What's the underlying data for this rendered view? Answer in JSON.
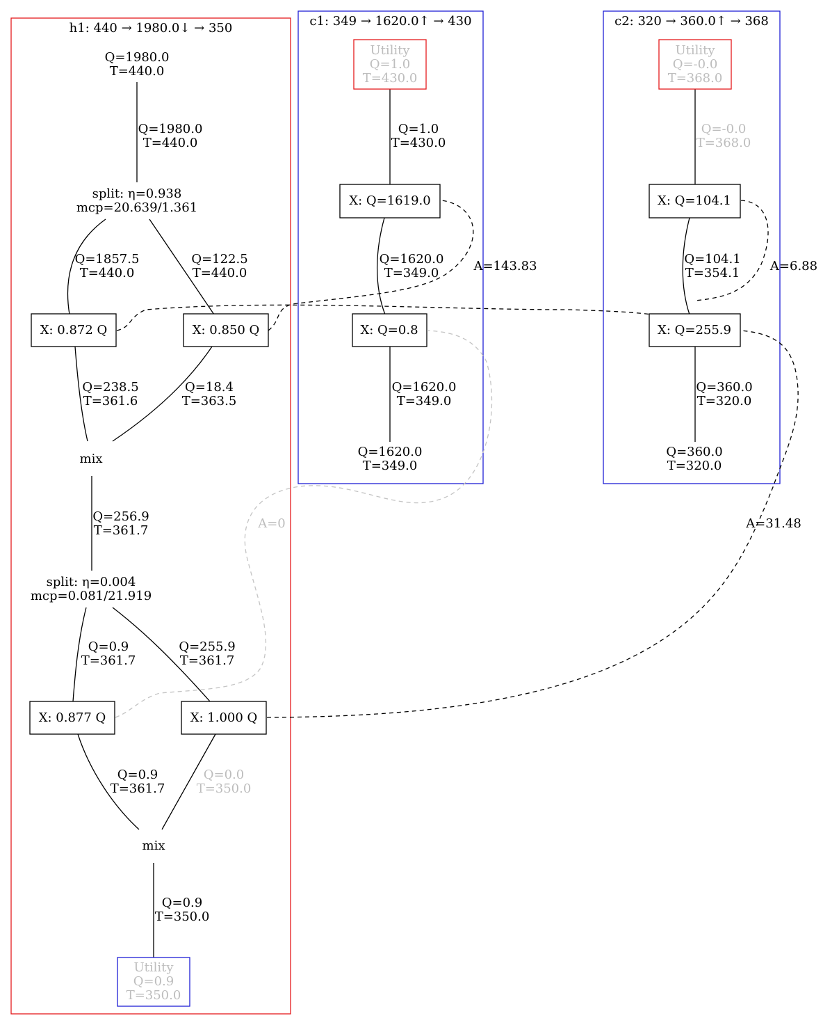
{
  "clusters": {
    "h1": {
      "title": "h1: 440 → 1980.0↓ → 350",
      "border_color": "#e41a1c"
    },
    "c1": {
      "title": "c1: 349 → 1620.0↑ → 430",
      "border_color": "#1f1fd6"
    },
    "c2": {
      "title": "c2: 320 → 360.0↑ → 368",
      "border_color": "#1f1fd6"
    }
  },
  "h1": {
    "source": {
      "q": "Q=1980.0",
      "t": "T=440.0"
    },
    "e_src_split1": {
      "q": "Q=1980.0",
      "t": "T=440.0"
    },
    "split1": {
      "eta": "split: η=0.938",
      "mcp": "mcp=20.639/1.361"
    },
    "e_split1_xa": {
      "q": "Q=1857.5",
      "t": "T=440.0"
    },
    "e_split1_xb": {
      "q": "Q=122.5",
      "t": "T=440.0"
    },
    "xa": {
      "label": "X: 0.872 Q"
    },
    "xb": {
      "label": "X: 0.850 Q"
    },
    "e_xa_mix1": {
      "q": "Q=238.5",
      "t": "T=361.6"
    },
    "e_xb_mix1": {
      "q": "Q=18.4",
      "t": "T=363.5"
    },
    "mix1": {
      "label": "mix"
    },
    "e_mix1_split2": {
      "q": "Q=256.9",
      "t": "T=361.7"
    },
    "split2": {
      "eta": "split: η=0.004",
      "mcp": "mcp=0.081/21.919"
    },
    "e_split2_xc": {
      "q": "Q=0.9",
      "t": "T=361.7"
    },
    "e_split2_xd": {
      "q": "Q=255.9",
      "t": "T=361.7"
    },
    "xc": {
      "label": "X: 0.877 Q"
    },
    "xd": {
      "label": "X: 1.000 Q"
    },
    "e_xc_mix2": {
      "q": "Q=0.9",
      "t": "T=361.7"
    },
    "e_xd_mix2": {
      "q": "Q=0.0",
      "t": "T=350.0"
    },
    "mix2": {
      "label": "mix"
    },
    "e_mix2_util": {
      "q": "Q=0.9",
      "t": "T=350.0"
    },
    "utility": {
      "name": "Utility",
      "q": "Q=0.9",
      "t": "T=350.0"
    }
  },
  "c1": {
    "utility": {
      "name": "Utility",
      "q": "Q=1.0",
      "t": "T=430.0"
    },
    "e_util_x1": {
      "q": "Q=1.0",
      "t": "T=430.0"
    },
    "x1": {
      "label": "X: Q=1619.0"
    },
    "e_x1_x2": {
      "q": "Q=1620.0",
      "t": "T=349.0"
    },
    "x2": {
      "label": "X: Q=0.8"
    },
    "e_x2_sink": {
      "q": "Q=1620.0",
      "t": "T=349.0"
    },
    "sink": {
      "q": "Q=1620.0",
      "t": "T=349.0"
    }
  },
  "c2": {
    "utility": {
      "name": "Utility",
      "q": "Q=-0.0",
      "t": "T=368.0"
    },
    "e_util_x1": {
      "q": "Q=-0.0",
      "t": "T=368.0"
    },
    "x1": {
      "label": "X: Q=104.1"
    },
    "e_x1_x2": {
      "q": "Q=104.1",
      "t": "T=354.1"
    },
    "x2": {
      "label": "X: Q=255.9"
    },
    "e_x2_sink": {
      "q": "Q=360.0",
      "t": "T=320.0"
    },
    "sink": {
      "q": "Q=360.0",
      "t": "T=320.0"
    }
  },
  "exchanges": [
    {
      "area": "A=143.83"
    },
    {
      "area": "A=6.88"
    },
    {
      "area": "A=31.48"
    },
    {
      "area": "A=0"
    }
  ]
}
